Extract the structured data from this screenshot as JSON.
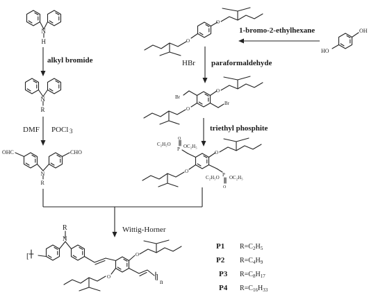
{
  "reagents": {
    "alkyl_bromide": "alkyl bromide",
    "dmf": "DMF",
    "pocl3": "POCl",
    "pocl3_sub": "3",
    "bromo_ethylhexane": "1-bromo-2-ethylhexane",
    "hbr": "HBr",
    "paraformaldehyde": "paraformaldehyde",
    "triethyl_phosphite": "triethyl phosphite",
    "wittig_horner": "Wittig-Horner"
  },
  "atoms": {
    "h": "H",
    "n": "N",
    "r": "R",
    "oh": "OH",
    "ho": "HO",
    "o": "O",
    "br": "Br",
    "cho": "CHO",
    "ohc": "OHC",
    "p": "P",
    "c2h5o": "C₂H₅O",
    "oc2h5": "OC₂H₅",
    "n_sub": "n"
  },
  "polymers": [
    {
      "label": "P1",
      "r": "R=C",
      "r_sub": "2",
      "h": "H",
      "h_sub": "5"
    },
    {
      "label": "P2",
      "r": "R=C",
      "r_sub": "4",
      "h": "H",
      "h_sub": "9"
    },
    {
      "label": "P3",
      "r": "R=C",
      "r_sub": "8",
      "h": "H",
      "h_sub": "17"
    },
    {
      "label": "P4",
      "r": "R=C",
      "r_sub": "16",
      "h": "H",
      "h_sub": "33"
    }
  ]
}
